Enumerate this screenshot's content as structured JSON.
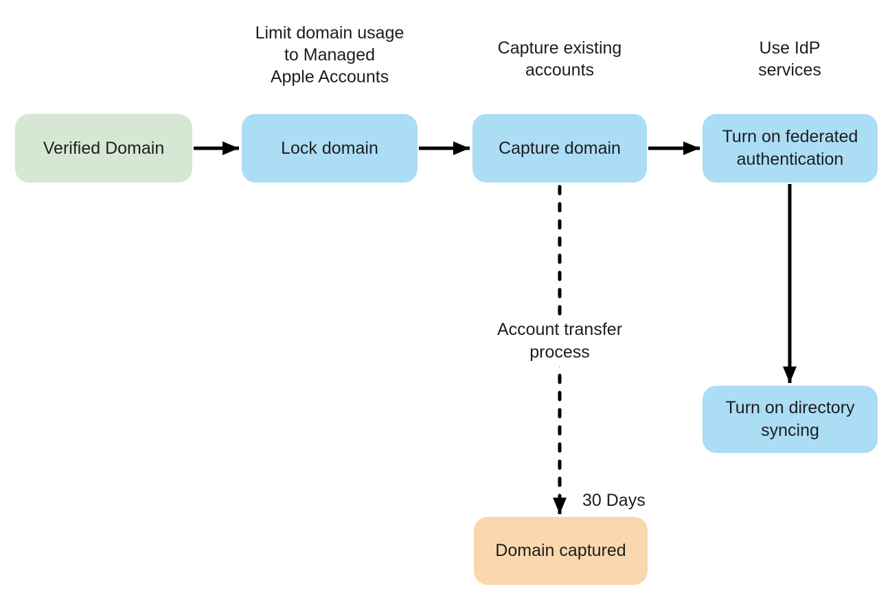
{
  "diagram": {
    "title_semantic": "Federated authentication domain capture flowchart",
    "background": "#ffffff",
    "text_color": "#1d1d1f",
    "arrow_color": "#000000",
    "colors": {
      "start_green": "#d6e8d4",
      "process_blue": "#abddf5",
      "result_orange": "#fad7ae"
    },
    "nodes": {
      "verified_domain": {
        "label": "Verified Domain",
        "fill": "#d6e8d4"
      },
      "lock_domain": {
        "label": "Lock domain",
        "fill": "#abddf5"
      },
      "capture_domain": {
        "label": "Capture domain",
        "fill": "#abddf5"
      },
      "federated_auth": {
        "label": "Turn on federated authentication",
        "fill": "#abddf5"
      },
      "directory_syncing": {
        "label": "Turn on directory syncing",
        "fill": "#abddf5"
      },
      "domain_captured": {
        "label": "Domain captured",
        "fill": "#fad7ae"
      }
    },
    "annotations": {
      "lock_heading": "Limit domain usage\nto Managed\nApple Accounts",
      "capture_heading": "Capture existing\naccounts",
      "idp_heading": "Use IdP\nservices",
      "transfer_label": "Account transfer\nprocess",
      "days_label": "30 Days"
    },
    "edges": [
      {
        "from": "verified_domain",
        "to": "lock_domain",
        "style": "solid"
      },
      {
        "from": "lock_domain",
        "to": "capture_domain",
        "style": "solid"
      },
      {
        "from": "capture_domain",
        "to": "federated_auth",
        "style": "solid"
      },
      {
        "from": "federated_auth",
        "to": "directory_syncing",
        "style": "solid"
      },
      {
        "from": "capture_domain",
        "to": "domain_captured",
        "style": "dashed",
        "labels": [
          "Account transfer\nprocess",
          "30 Days"
        ]
      }
    ]
  }
}
